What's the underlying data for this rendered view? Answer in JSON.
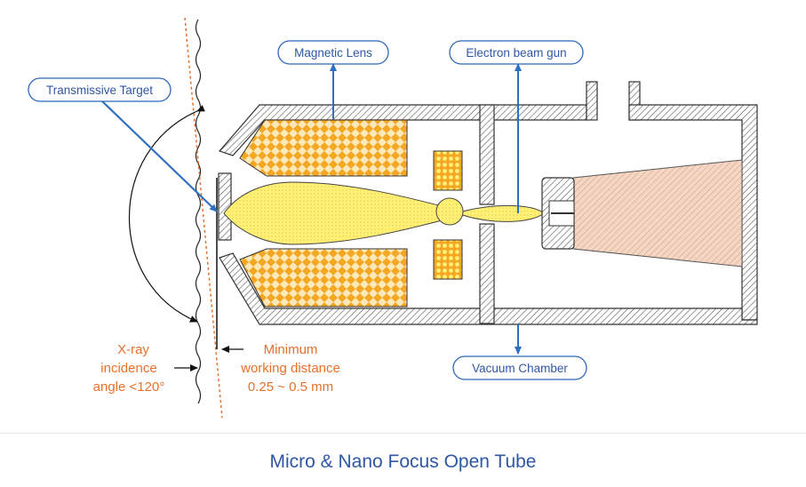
{
  "labels": {
    "magnetic_lens": "Magnetic Lens",
    "electron_beam_gun": "Electron beam gun",
    "transmissive_target": "Transmissive Target",
    "vacuum_chamber": "Vacuum Chamber"
  },
  "annotations": {
    "xray_angle": [
      "X-ray",
      "incidence",
      "angle <120°"
    ],
    "working_distance": [
      "Minimum",
      "working distance",
      "0.25 ~ 0.5 mm"
    ]
  },
  "caption": "Micro & Nano Focus Open Tube",
  "colors": {
    "label_border": "#2f68b8",
    "label_text": "#2f57a4",
    "arrow_blue": "#2f6fc0",
    "annotation_orange": "#e8702a",
    "beam_yellow": "#fff176",
    "lens_orange": "#f5a623",
    "gun_body": "#f3d7c4",
    "caption": "#2f57a4"
  }
}
